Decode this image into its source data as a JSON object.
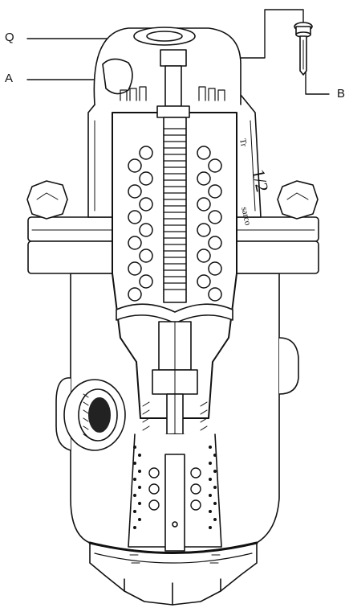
{
  "labels": {
    "q": "Q",
    "a": "A",
    "b": "B"
  },
  "cast_marking": {
    "size": "1/2",
    "brand": "sarco",
    "prefix": "Tr"
  },
  "colors": {
    "line": "#111111",
    "background": "#ffffff"
  }
}
